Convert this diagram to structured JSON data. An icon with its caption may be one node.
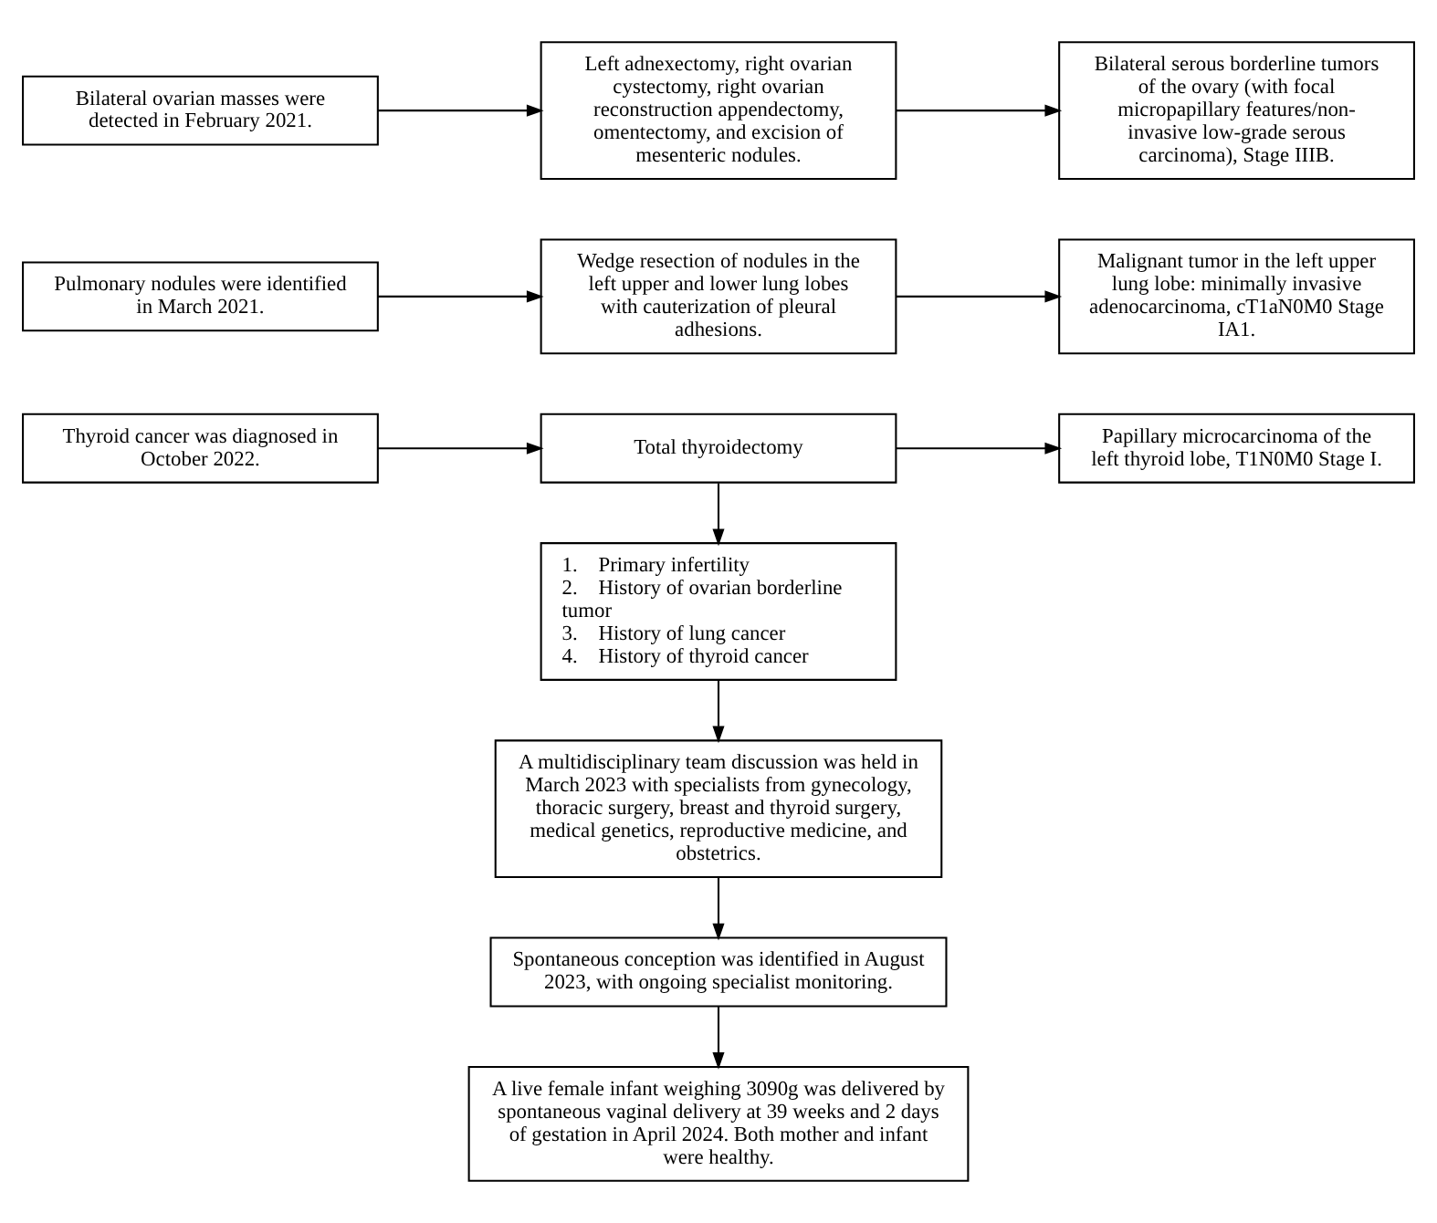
{
  "diagram": {
    "nodes": [
      {
        "text": [
          "Bilateral ovarian masses were detected in February 2021."
        ]
      },
      {
        "text": [
          "Left adnexectomy, right ovarian cystectomy, right ovarian reconstruction appendectomy, omentectomy, and excision of mesenteric nodules."
        ]
      },
      {
        "text": [
          "Bilateral serous borderline tumors of the ovary (with focal micropapillary features/non-invasive low-grade serous carcinoma), Stage IIIB."
        ]
      },
      {
        "text": [
          "Pulmonary nodules were identified in March 2021."
        ]
      },
      {
        "text": [
          "Wedge resection of nodules in the left upper and lower lung lobes with cauterization of pleural adhesions."
        ]
      },
      {
        "text": [
          "Malignant tumor in the left upper lung lobe: minimally invasive adenocarcinoma, cT1aN0M0 Stage IA1."
        ]
      },
      {
        "text": [
          "Thyroid cancer was diagnosed in October 2022."
        ]
      },
      {
        "text": [
          "Total thyroidectomy"
        ]
      },
      {
        "text": [
          "Papillary microcarcinoma of the left thyroid lobe, T1N0M0 Stage I."
        ]
      },
      {
        "text": [
          "1.    Primary infertility",
          "2.    History of ovarian borderline tumor",
          "3.    History of lung cancer",
          "4.    History of thyroid cancer"
        ]
      },
      {
        "text": [
          "A multidisciplinary team discussion was held in March 2023 with specialists from gynecology, thoracic surgery, breast and thyroid surgery, medical genetics, reproductive medicine, and obstetrics."
        ]
      },
      {
        "text": [
          "Spontaneous conception was identified in August 2023, with ongoing specialist monitoring."
        ]
      },
      {
        "text": [
          "A live female infant weighing 3090g was delivered by spontaneous vaginal delivery at 39 weeks and 2 days of gestation in April 2024. Both mother and infant were healthy."
        ]
      }
    ],
    "edges": [
      {
        "from": 0,
        "to": 1,
        "arrow": "to"
      },
      {
        "from": 1,
        "to": 2,
        "arrow": "to"
      },
      {
        "from": 3,
        "to": 4,
        "arrow": "to"
      },
      {
        "from": 4,
        "to": 5,
        "arrow": "to"
      },
      {
        "from": 6,
        "to": 7,
        "arrow": "to"
      },
      {
        "from": 7,
        "to": 8,
        "arrow": "to"
      },
      {
        "from": 7,
        "to": 9,
        "arrow": "to"
      },
      {
        "from": 9,
        "to": 10,
        "arrow": "to"
      },
      {
        "from": 10,
        "to": 11,
        "arrow": "to"
      },
      {
        "from": 11,
        "to": 12,
        "arrow": "to"
      }
    ]
  }
}
